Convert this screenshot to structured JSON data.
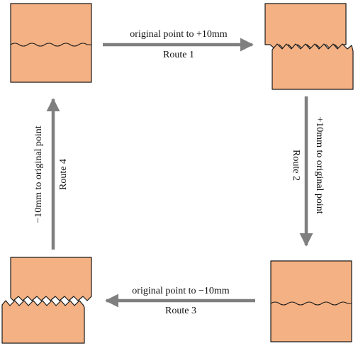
{
  "colors": {
    "block_fill": "#f4b183",
    "block_stroke": "#1a1a1a",
    "arrow": "#7f7f7f",
    "text": "#111111",
    "background": "#ffffff"
  },
  "routes": [
    {
      "id": "route1",
      "direction": "right",
      "top_label": "original point to +10mm",
      "bottom_label": "Route 1"
    },
    {
      "id": "route2",
      "direction": "down",
      "top_label": "+10mm to original point",
      "bottom_label": "Route 2"
    },
    {
      "id": "route3",
      "direction": "left",
      "top_label": "original point to −10mm",
      "bottom_label": "Route 3"
    },
    {
      "id": "route4",
      "direction": "up",
      "top_label": "−10mm to original point",
      "bottom_label": "Route 4"
    }
  ],
  "states": [
    {
      "id": "top-left",
      "description": "original point",
      "separated": false
    },
    {
      "id": "top-right",
      "description": "+10mm",
      "separated": true
    },
    {
      "id": "bottom-right",
      "description": "original point",
      "separated": false
    },
    {
      "id": "bottom-left",
      "description": "−10mm",
      "separated": true
    }
  ]
}
